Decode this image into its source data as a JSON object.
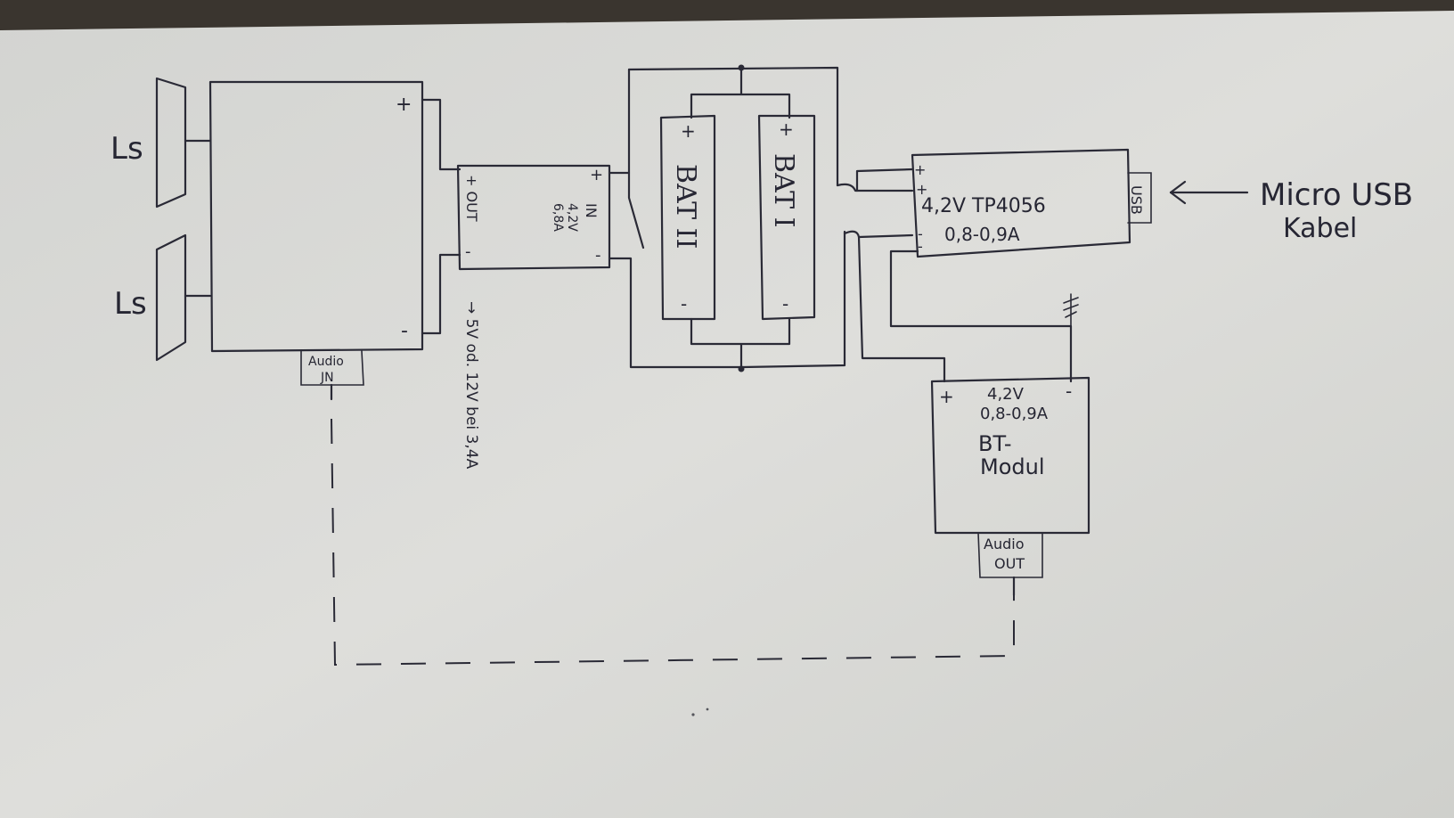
{
  "diagram": {
    "speakers": [
      {
        "label": "Ls"
      },
      {
        "label": "Ls"
      }
    ],
    "amplifier": {
      "plus": "+",
      "minus": "-",
      "input_label_line1": "Audio",
      "input_label_line2": "JN"
    },
    "step_up": {
      "out_label": "+ OUT",
      "out_minus": "-",
      "in_label": "IN",
      "in_plus": "+",
      "in_minus": "-",
      "spec_line1": "4,2V",
      "spec_line2": "6,8A",
      "output_note": "→ 5V od. 12V bei 3,4A"
    },
    "batteries": [
      {
        "label": "BAT II",
        "plus": "+",
        "minus": "-"
      },
      {
        "label": "BAT I",
        "plus": "+",
        "minus": "-"
      }
    ],
    "charger": {
      "name": "4,2V TP4056",
      "current": "0,8-0,9A",
      "plus": "+",
      "minus": "-",
      "usb_label": "USB"
    },
    "usb_note_line1": "Micro USB",
    "usb_note_line2": "Kabel",
    "bt_module": {
      "voltage": "4,2V",
      "current": "0,8-0,9A",
      "name_line1": "BT-",
      "name_line2": "Modul",
      "plus": "+",
      "minus": "-",
      "output_label_line1": "Audio",
      "output_label_line2": "OUT"
    },
    "colors": {
      "paper": "#dcdcd8",
      "ink": "#2a2a36",
      "background": "#3a352f"
    }
  }
}
